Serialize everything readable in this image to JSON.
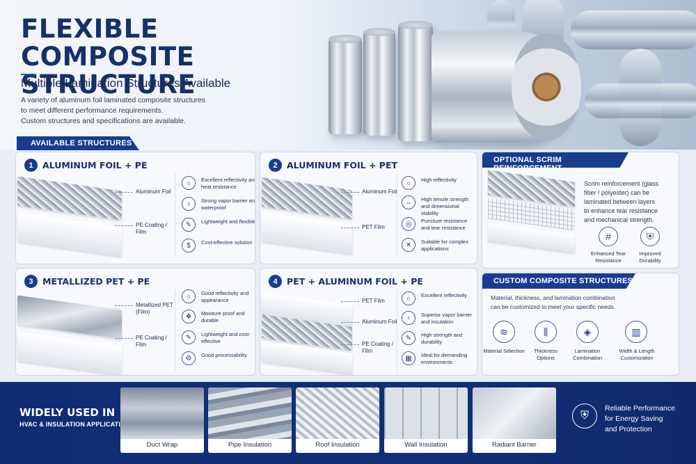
{
  "hero": {
    "title": "FLEXIBLE COMPOSITE STRUCTURE",
    "subtitle": "Multiple Lamination Structures Available",
    "description": [
      "A variety of aluminum foil laminated composite structures",
      "to meet different performance requirements.",
      "Custom structures and specifications are available."
    ]
  },
  "structures_tag": "AVAILABLE STRUCTURES",
  "structures": [
    {
      "number": "1",
      "title": "ALUMINUM FOIL + PE",
      "layers": [
        "Aluminum Foil",
        "PE Coating / Film"
      ],
      "features": [
        {
          "icon": "sun-reflect-icon",
          "text": "Excellent reflectivity and heat resistance"
        },
        {
          "icon": "droplet-icon",
          "text": "Strong vapor barrier and waterproof"
        },
        {
          "icon": "feather-icon",
          "text": "Lightweight and flexible"
        },
        {
          "icon": "dollar-coin-icon",
          "text": "Cost-effective solution"
        }
      ]
    },
    {
      "number": "2",
      "title": "ALUMINUM FOIL + PET",
      "layers": [
        "Aluminum Foil",
        "PET Film"
      ],
      "features": [
        {
          "icon": "sun-reflect-icon",
          "text": "High reflectivity"
        },
        {
          "icon": "tensile-strength-icon",
          "text": "High tensile strength and dimensional stability"
        },
        {
          "icon": "puncture-icon",
          "text": "Puncture resistance and tear resistance"
        },
        {
          "icon": "tools-icon",
          "text": "Suitable for complex applications"
        }
      ]
    },
    {
      "number": "3",
      "title": "METALLIZED PET + PE",
      "layers": [
        "Metallized PET (Film)",
        "PE Coating / Film"
      ],
      "features": [
        {
          "icon": "sun-reflect-icon",
          "text": "Good reflectivity and appearance"
        },
        {
          "icon": "moisture-icon",
          "text": "Moisture proof and durable"
        },
        {
          "icon": "feather-icon",
          "text": "Lightweight and cost-effective"
        },
        {
          "icon": "process-icon",
          "text": "Good processability"
        }
      ]
    },
    {
      "number": "4",
      "title": "PET + ALUMINUM FOIL + PE",
      "layers": [
        "PET Film",
        "Aluminum Foil",
        "PE Coating / Film"
      ],
      "features": [
        {
          "icon": "sun-reflect-icon",
          "text": "Excellent reflectivity"
        },
        {
          "icon": "droplet-icon",
          "text": "Superior vapor barrier and insulation"
        },
        {
          "icon": "strength-icon",
          "text": "High strength and durability"
        },
        {
          "icon": "environment-icon",
          "text": "Ideal for demanding environments"
        }
      ]
    }
  ],
  "scrim": {
    "title": "OPTIONAL SCRIM REINFORCEMENT",
    "text": [
      "Scrim reinforcement (glass",
      "fiber / polyester) can be",
      "laminated between layers",
      "to enhance tear resistance",
      "and mechanical strength."
    ],
    "badges": [
      {
        "icon": "grid-icon",
        "label": "Enhanced Tear Resistance"
      },
      {
        "icon": "shield-icon",
        "label": "Improved Durability"
      }
    ]
  },
  "custom": {
    "title": "CUSTOM COMPOSITE STRUCTURES",
    "text": [
      "Material, thickness, and lamination combination",
      "can be customized to meet your specific needs."
    ],
    "options": [
      {
        "icon": "layers-icon",
        "label": "Material Selection"
      },
      {
        "icon": "ruler-icon",
        "label": "Thickness Options"
      },
      {
        "icon": "stack-icon",
        "label": "Lamination Combination"
      },
      {
        "icon": "width-length-icon",
        "label": "Width & Length Customization"
      }
    ]
  },
  "applications": {
    "title": "WIDELY USED IN",
    "subtitle": "HVAC & INSULATION APPLICATIONS",
    "items": [
      "Duct Wrap",
      "Pipe Insulation",
      "Roof Insulation",
      "Wall Insulation",
      "Radiant Barrier"
    ],
    "promise": [
      "Reliable Performance",
      "for Energy Saving",
      "and Protection"
    ]
  }
}
